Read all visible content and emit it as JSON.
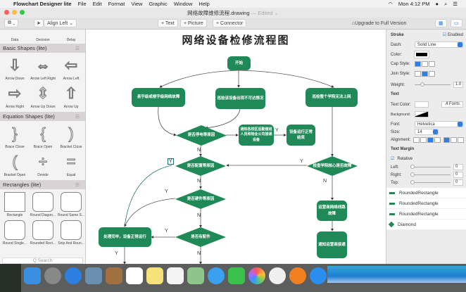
{
  "menubar": {
    "app": "Flowchart Designer lite",
    "items": [
      "File",
      "Edit",
      "Format",
      "View",
      "Graphic",
      "Window",
      "Help"
    ],
    "clock": "Mon 4:12 PM"
  },
  "window": {
    "title": "网络故障维修流程.drawing",
    "edited": "— Edited ⌄"
  },
  "toolbar": {
    "align": "Align Left",
    "text": "+ Text",
    "picture": "+ Picture",
    "connector": "+ Connector",
    "upgrade": "Upgrade to Full Version"
  },
  "library": {
    "top_items": [
      "Data",
      "Decision",
      "Delay"
    ],
    "sections": [
      {
        "title": "Basic Shapes (lite)",
        "items": [
          {
            "label": "Arrow Down",
            "glyph": "⇩"
          },
          {
            "label": "Arrow Left Right",
            "glyph": "⇔"
          },
          {
            "label": "Arrow Left",
            "glyph": "⇦"
          },
          {
            "label": "Arrow Right",
            "glyph": "⇨"
          },
          {
            "label": "Arrow Up Down",
            "glyph": "⇕"
          },
          {
            "label": "Arrow Up",
            "glyph": "⇧"
          }
        ]
      },
      {
        "title": "Equation Shapes (lite)",
        "items": [
          {
            "label": "Brace Close",
            "glyph": "}"
          },
          {
            "label": "Brace Open",
            "glyph": "{"
          },
          {
            "label": "Bracket Close",
            "glyph": ")"
          },
          {
            "label": "Bracket Open",
            "glyph": "("
          },
          {
            "label": "Devide",
            "glyph": "÷"
          },
          {
            "label": "Equal",
            "glyph": "="
          }
        ]
      },
      {
        "title": "Rectangles (lite)",
        "items": [
          {
            "label": "Rectangle"
          },
          {
            "label": "Round Diagon..."
          },
          {
            "label": "Round Same S..."
          },
          {
            "label": "Round Single..."
          },
          {
            "label": "Rounded Rect..."
          },
          {
            "label": "Snip And Roun..."
          }
        ]
      }
    ],
    "search_placeholder": "Q Search"
  },
  "diagram": {
    "title": "网络设备检修流程图",
    "nodes": {
      "start": "开始",
      "left": "县宇级或楼宇级网络故障",
      "mid": "巡检该设备出现不可达情况",
      "right": "巡检整个学院无法上网",
      "d1": "是否停电等原因",
      "notify": "通知各校区后勤值班人员和物业公司接通设备",
      "ok": "设备运行正常结束",
      "d_core": "检查学院核心是否故障",
      "d2": "是否配置等原因",
      "d3": "是否硬件等原因",
      "d4": "是否有配件",
      "done": "处理完毕，设备正常运行",
      "isp": "运营商网络线路故障",
      "isp_notify": "通知运营商接通"
    },
    "labels": {
      "y": "Y",
      "n": "N"
    }
  },
  "inspector": {
    "stroke": "Stroke",
    "enabled": "Enabled",
    "dash_label": "Dash:",
    "dash": "Solid Line",
    "color": "Color:",
    "cap": "Cap Style:",
    "join": "Join Style:",
    "weight_label": "Weight:",
    "weight": "1.0",
    "text": "Text",
    "text_color": "Text Color:",
    "fonts": "𝐴 Fonts",
    "background": "Background:",
    "font_label": "Font:",
    "font": "Helvetica",
    "size_label": "Size:",
    "size": "14",
    "alignment": "Alignment:",
    "margin": "Text Margin",
    "relative": "Relative",
    "left": "Left:",
    "right": "Right:",
    "top": "Top:",
    "margin_value": "0"
  },
  "layers": [
    "RoundedRectangle",
    "RoundedRectangle",
    "RoundedRectangle",
    "Diamond"
  ],
  "colors": {
    "node": "#1f8a58",
    "accent": "#2f7ee0"
  }
}
